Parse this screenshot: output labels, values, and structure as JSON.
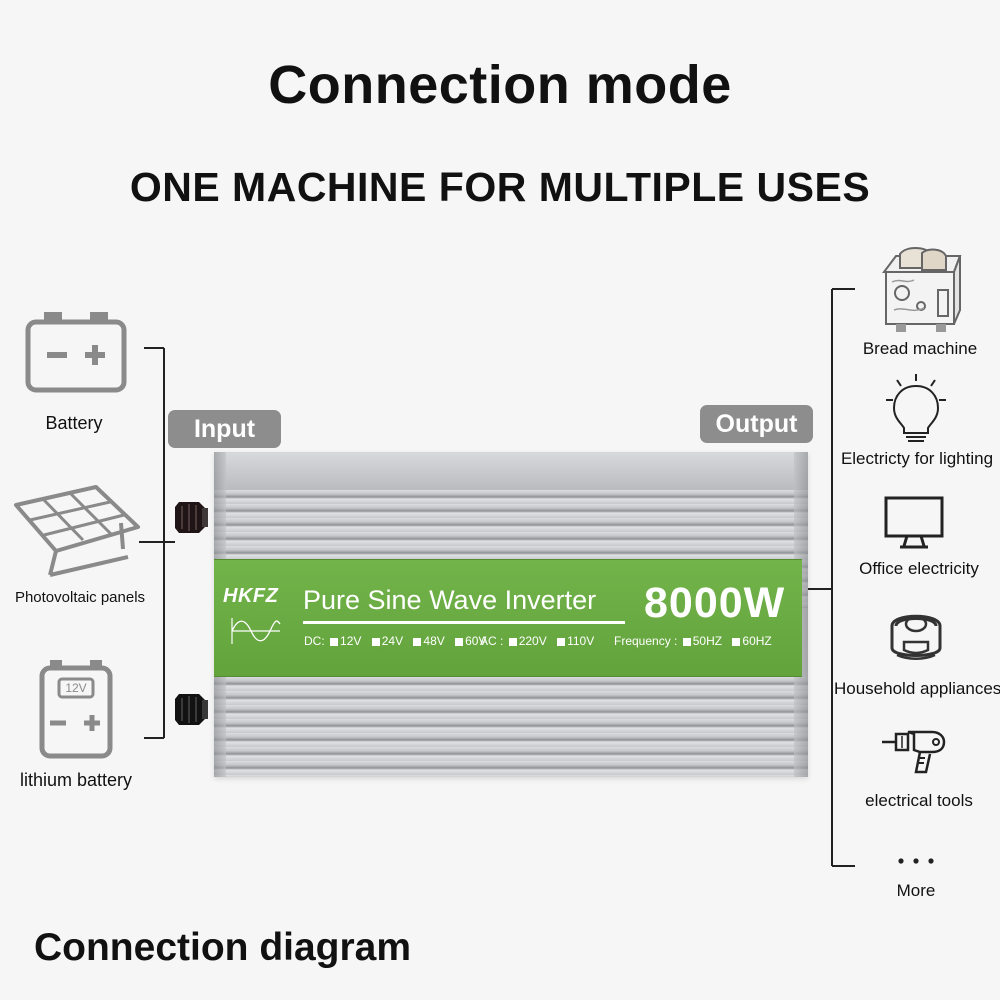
{
  "header": {
    "title": "Connection mode",
    "subtitle": "ONE MACHINE FOR MULTIPLE USES"
  },
  "footer": {
    "title": "Connection diagram"
  },
  "input": {
    "label": "Input",
    "items": [
      {
        "label": "Battery",
        "icon": "battery-icon"
      },
      {
        "label": "Photovoltaic panels",
        "icon": "solar-panel-icon"
      },
      {
        "label": "lithium battery",
        "icon": "lithium-battery-icon",
        "badge": "12V"
      }
    ]
  },
  "output": {
    "label": "Output",
    "items": [
      {
        "label": "Bread machine",
        "icon": "toaster-icon"
      },
      {
        "label": "Electricty for lighting",
        "icon": "light-bulb-icon"
      },
      {
        "label": "Office electricity",
        "icon": "monitor-icon"
      },
      {
        "label": "Household appliances",
        "icon": "rice-cooker-icon"
      },
      {
        "label": "electrical tools",
        "icon": "drill-icon"
      },
      {
        "label": "More",
        "icon": "more-dots-icon"
      }
    ]
  },
  "inverter": {
    "brand": "HKFZ",
    "title": "Pure Sine Wave Inverter",
    "power": "8000W",
    "specs": {
      "dc_label": "DC:",
      "dc_options": [
        "12V",
        "24V",
        "48V",
        "60V"
      ],
      "ac_label": "AC :",
      "ac_options": [
        "220V",
        "110V"
      ],
      "frequency_label": "Frequency :",
      "frequency_options": [
        "50HZ",
        "60HZ"
      ]
    }
  },
  "colors": {
    "background": "#f6f6f6",
    "text": "#111111",
    "tag": "#8d8d8d",
    "panel": "#72b34a",
    "line": "#222222"
  }
}
